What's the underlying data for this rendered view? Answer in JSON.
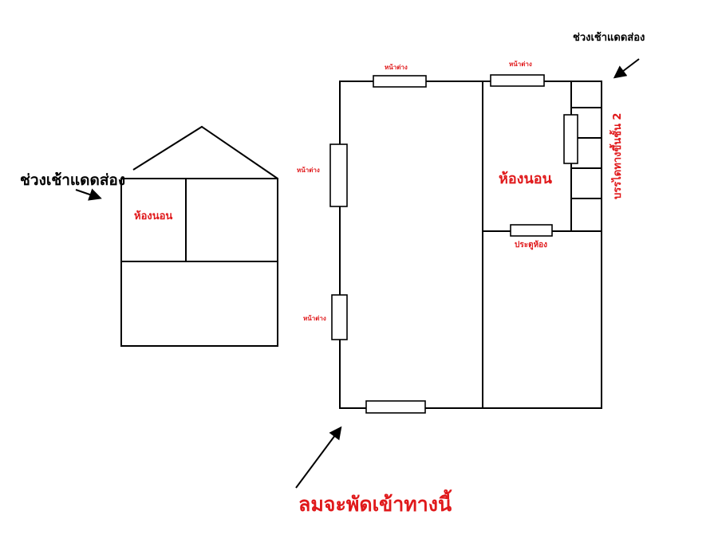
{
  "labels": {
    "morning_sun_left": "ช่วงเช้าแดดส่อง",
    "morning_sun_right": "ช่วงเช้าแดดส่อง",
    "bedroom_side": "ห้องนอน",
    "bedroom_plan": "ห้องนอน",
    "window_top_1": "หน้าต่าง",
    "window_top_2": "หน้าต่าง",
    "window_left_1": "หน้าต่าง",
    "window_left_2": "หน้าต่าง",
    "room_door": "ประตูห้อง",
    "stairs": "บรรไดทางขึ้นชั้น 2",
    "wind_direction": "ลมจะพัดเข้าทางนี้"
  },
  "colors": {
    "label_red": "#e0191b",
    "line": "#000000"
  }
}
